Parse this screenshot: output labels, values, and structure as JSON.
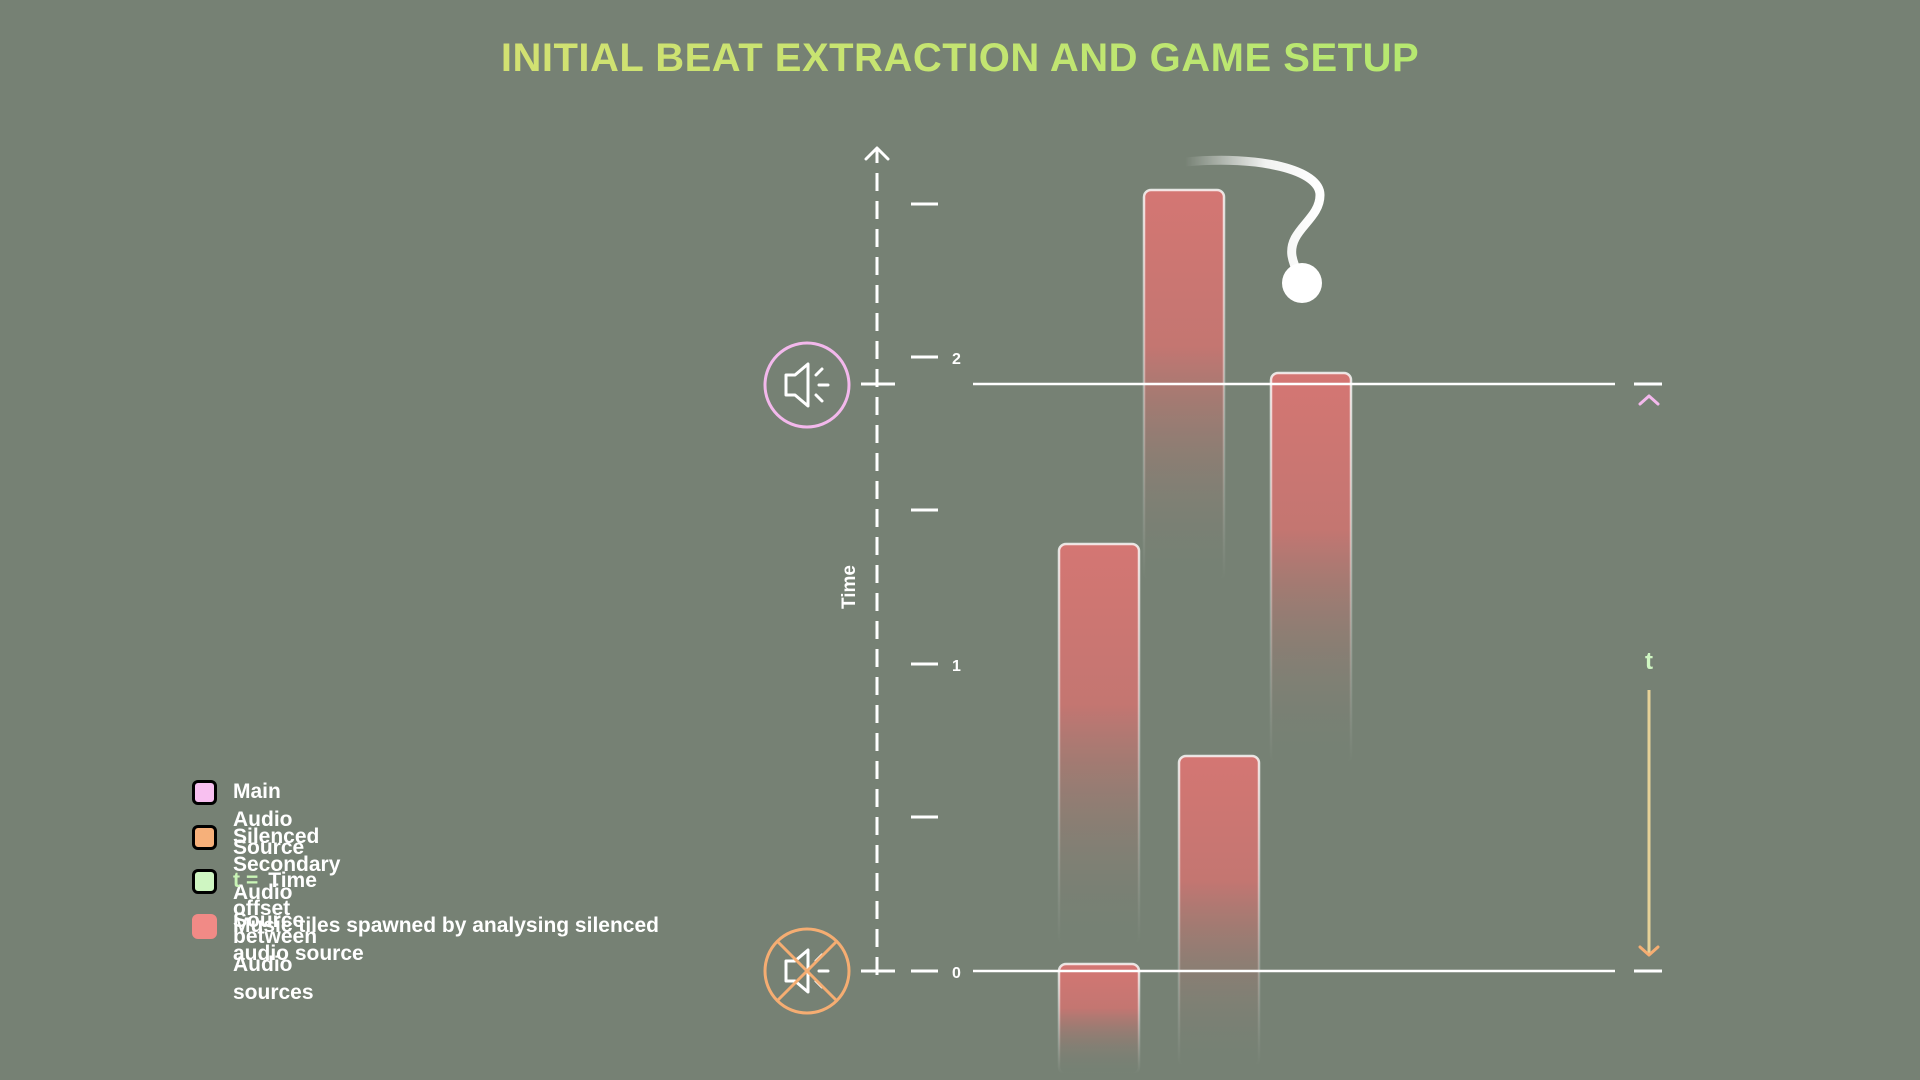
{
  "title": "INITIAL BEAT EXTRACTION AND GAME SETUP",
  "axis": {
    "label": "Time",
    "ticks": [
      "0",
      "1",
      "2"
    ]
  },
  "offset_label": "t",
  "icons": {
    "main_source": "speaker-icon",
    "secondary_source": "muted-speaker-icon"
  },
  "legend": [
    {
      "text": "Main Audio Source",
      "color": "#f8c0f0"
    },
    {
      "text": "Silenced Secondary Audio Source",
      "color": "#f6b07a"
    },
    {
      "prefix": "t",
      "eq": "=",
      "text": "Time offset between Audio sources",
      "color": "#cff6c2"
    },
    {
      "text": "Music tiles spawned by analysing silenced audio source",
      "color": "#f18a86"
    }
  ],
  "colors": {
    "background": "#768174",
    "main_source": "#f3b8ec",
    "secondary_source": "#f5ad72",
    "offset": "#cff6c2",
    "tile": "#d47673"
  }
}
